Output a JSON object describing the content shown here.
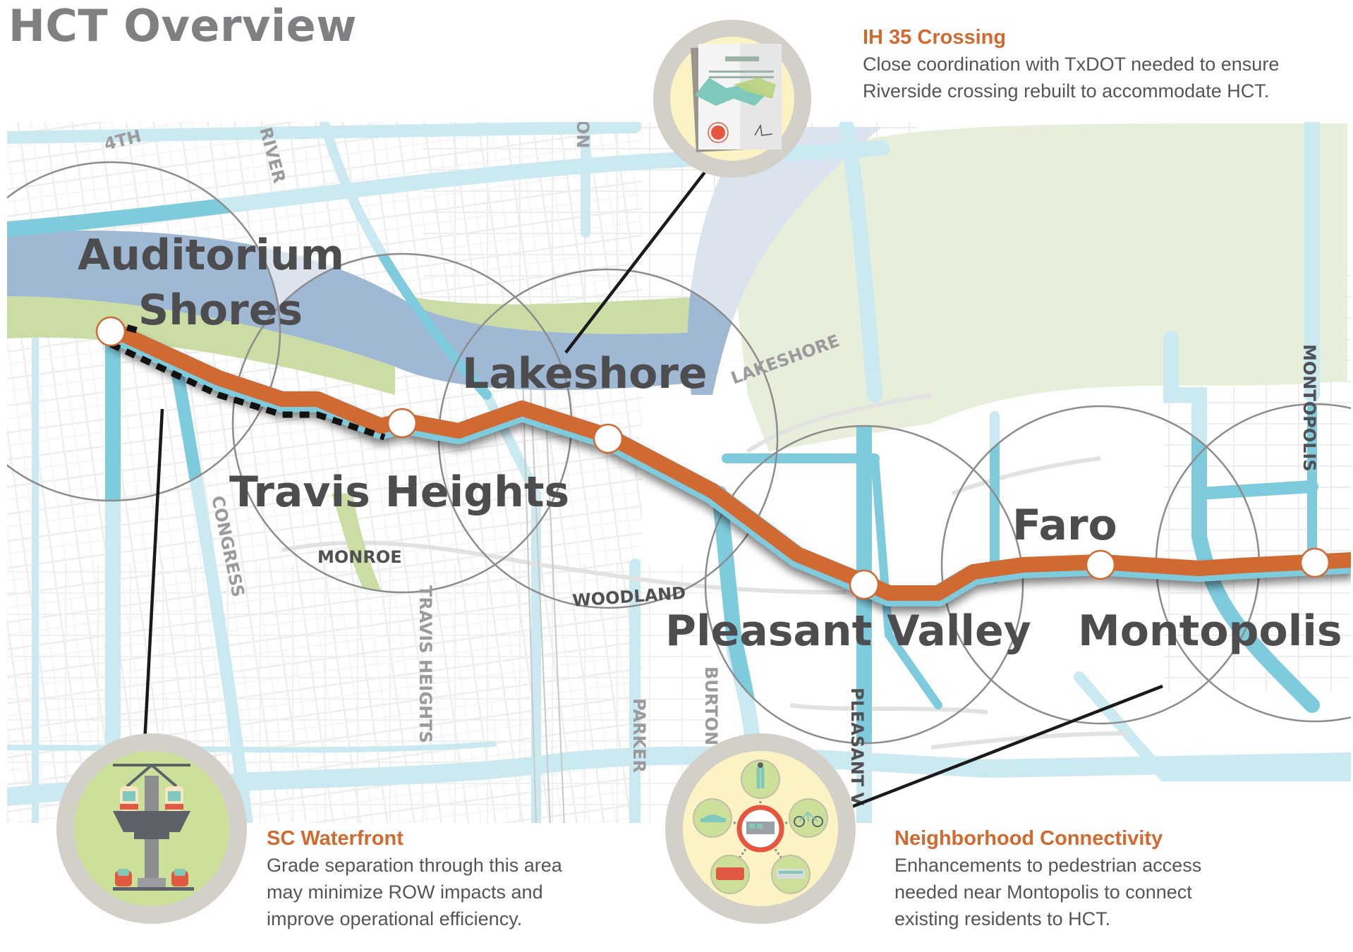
{
  "page": {
    "title": "HCT Overview"
  },
  "colors": {
    "accent_orange": "#d2692f",
    "route": "#d06a30",
    "road_major": "#7ecbdd",
    "road_major_faded": "#cbe9f1",
    "water": "#9fb9d4",
    "water_faded": "#dbe4ee",
    "park": "#cbdca4",
    "park_faded": "#e7efdb",
    "label_dark": "#4d4d50",
    "label_street": "#9b9b9e",
    "icon_ring": "#d3d0ca",
    "icon_fill_yellow": "#fbf3c4",
    "icon_fill_green": "#cde09a"
  },
  "map": {
    "stations": [
      {
        "name": "Auditorium Shores",
        "label_line1": "Auditorium",
        "label_line2": "Shores"
      },
      {
        "name": "Travis Heights",
        "label": "Travis Heights"
      },
      {
        "name": "Lakeshore",
        "label": "Lakeshore"
      },
      {
        "name": "Pleasant Valley",
        "label": "Pleasant Valley"
      },
      {
        "name": "Faro",
        "label": "Faro"
      },
      {
        "name": "Montopolis",
        "label": "Montopolis"
      }
    ],
    "streets": {
      "fourth": "4TH",
      "river": "RIVER",
      "on": "ON",
      "lakeshore": "LAKESHORE",
      "congress": "CONGRESS",
      "monroe": "MONROE",
      "travis_heights": "TRAVIS HEIGHTS",
      "woodland": "WOODLAND",
      "parker": "PARKER",
      "burton": "BURTON",
      "pleasant_valley": "PLEASANT V",
      "montopolis": "MONTOPOLIS"
    }
  },
  "callouts": {
    "ih35": {
      "heading": "IH 35 Crossing",
      "line1": "Close coordination with TxDOT needed to ensure",
      "line2": "Riverside crossing rebuilt to accommodate HCT.",
      "icon": "handshake-agreement-icon"
    },
    "waterfront": {
      "heading": "SC Waterfront",
      "line1": "Grade separation through this area",
      "line2": "may minimize ROW impacts and",
      "line3": "improve operational efficiency.",
      "icon": "elevated-rail-icon"
    },
    "connectivity": {
      "heading": "Neighborhood Connectivity",
      "line1": "Enhancements to pedestrian access",
      "line2": "needed near Montopolis to connect",
      "line3": "existing residents to HCT.",
      "icon": "multimodal-hub-icon"
    }
  }
}
